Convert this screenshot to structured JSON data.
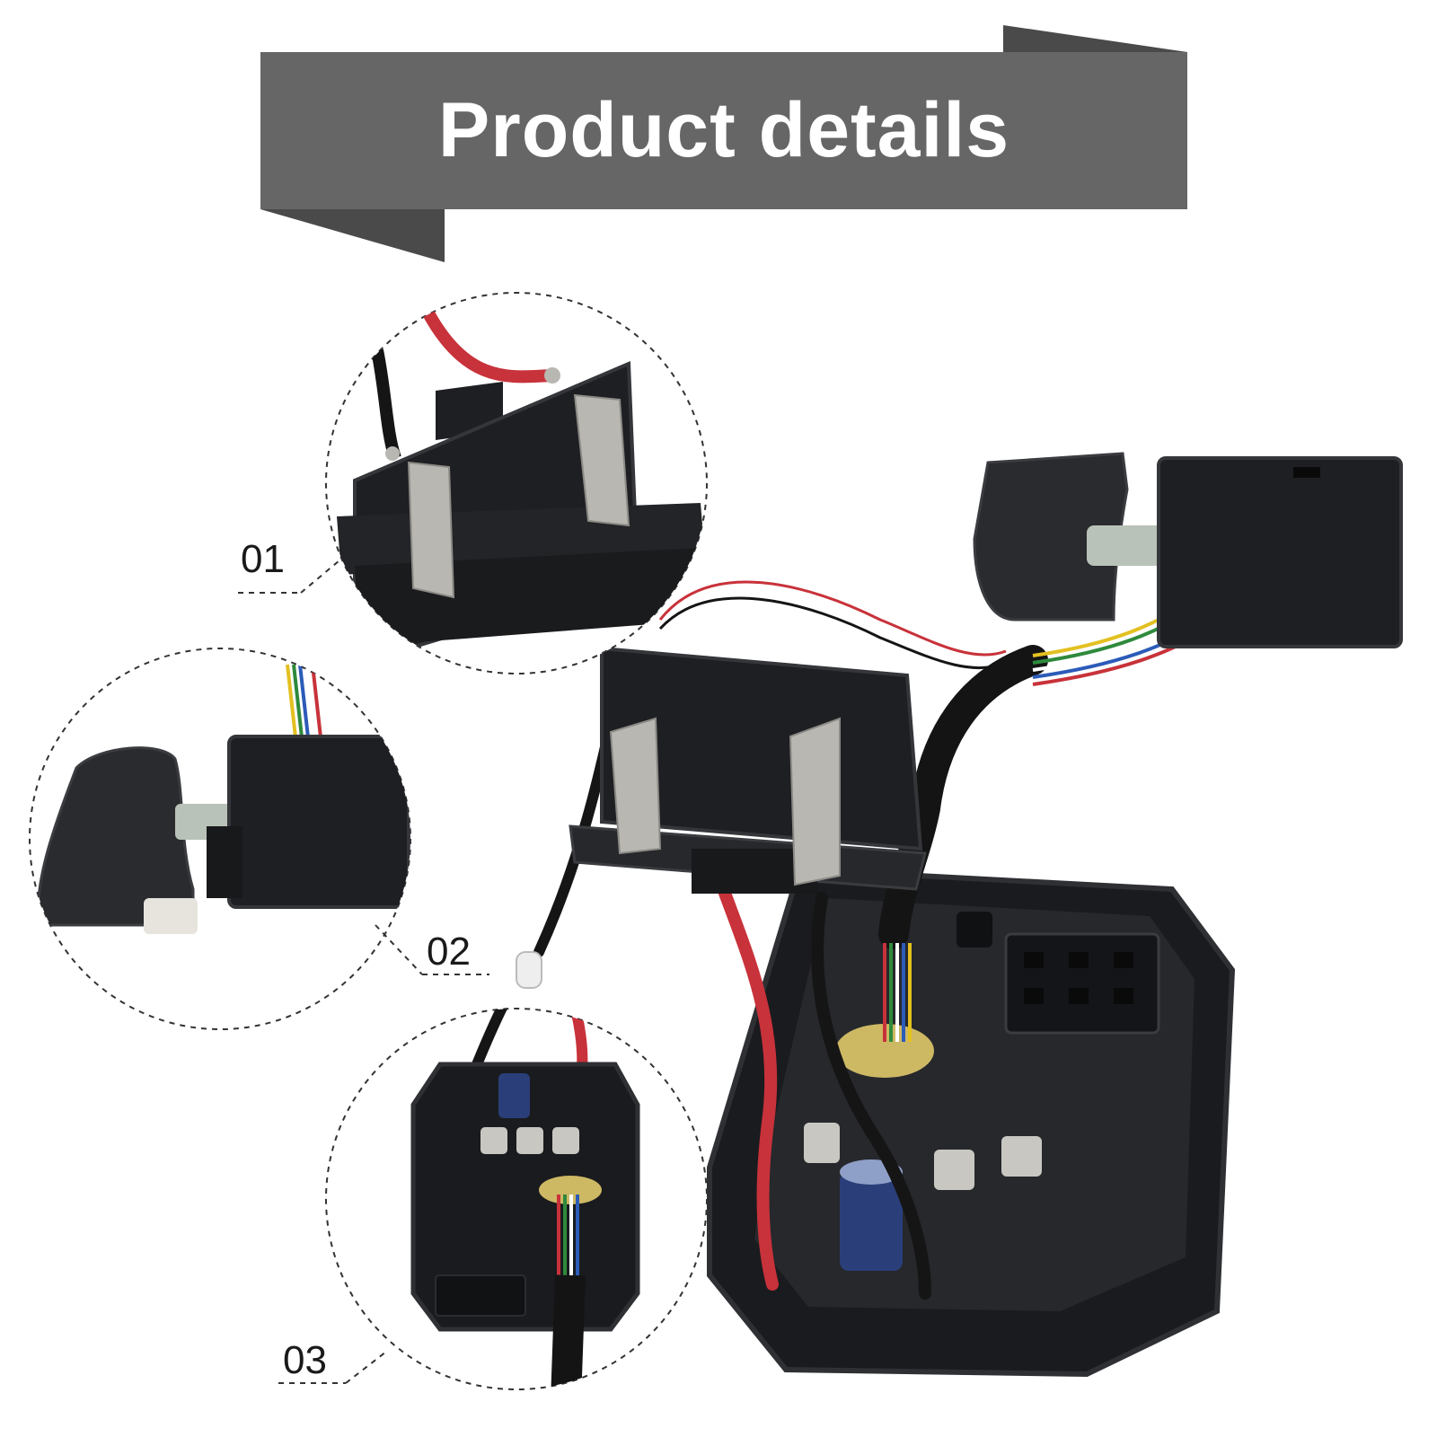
{
  "banner": {
    "title": "Product details",
    "color": "#666666",
    "fold_color": "#4a4a4a"
  },
  "callouts": [
    {
      "label": "01",
      "depicts": "battery-terminal-connector"
    },
    {
      "label": "02",
      "depicts": "trigger-switch"
    },
    {
      "label": "03",
      "depicts": "control-board"
    }
  ],
  "colors": {
    "plastic": "#1e1f22",
    "plastic_edge": "#34363a",
    "metal": "#b9b7b2",
    "wire_red": "#c8323a",
    "wire_black": "#151515",
    "dashed": "#333333"
  }
}
